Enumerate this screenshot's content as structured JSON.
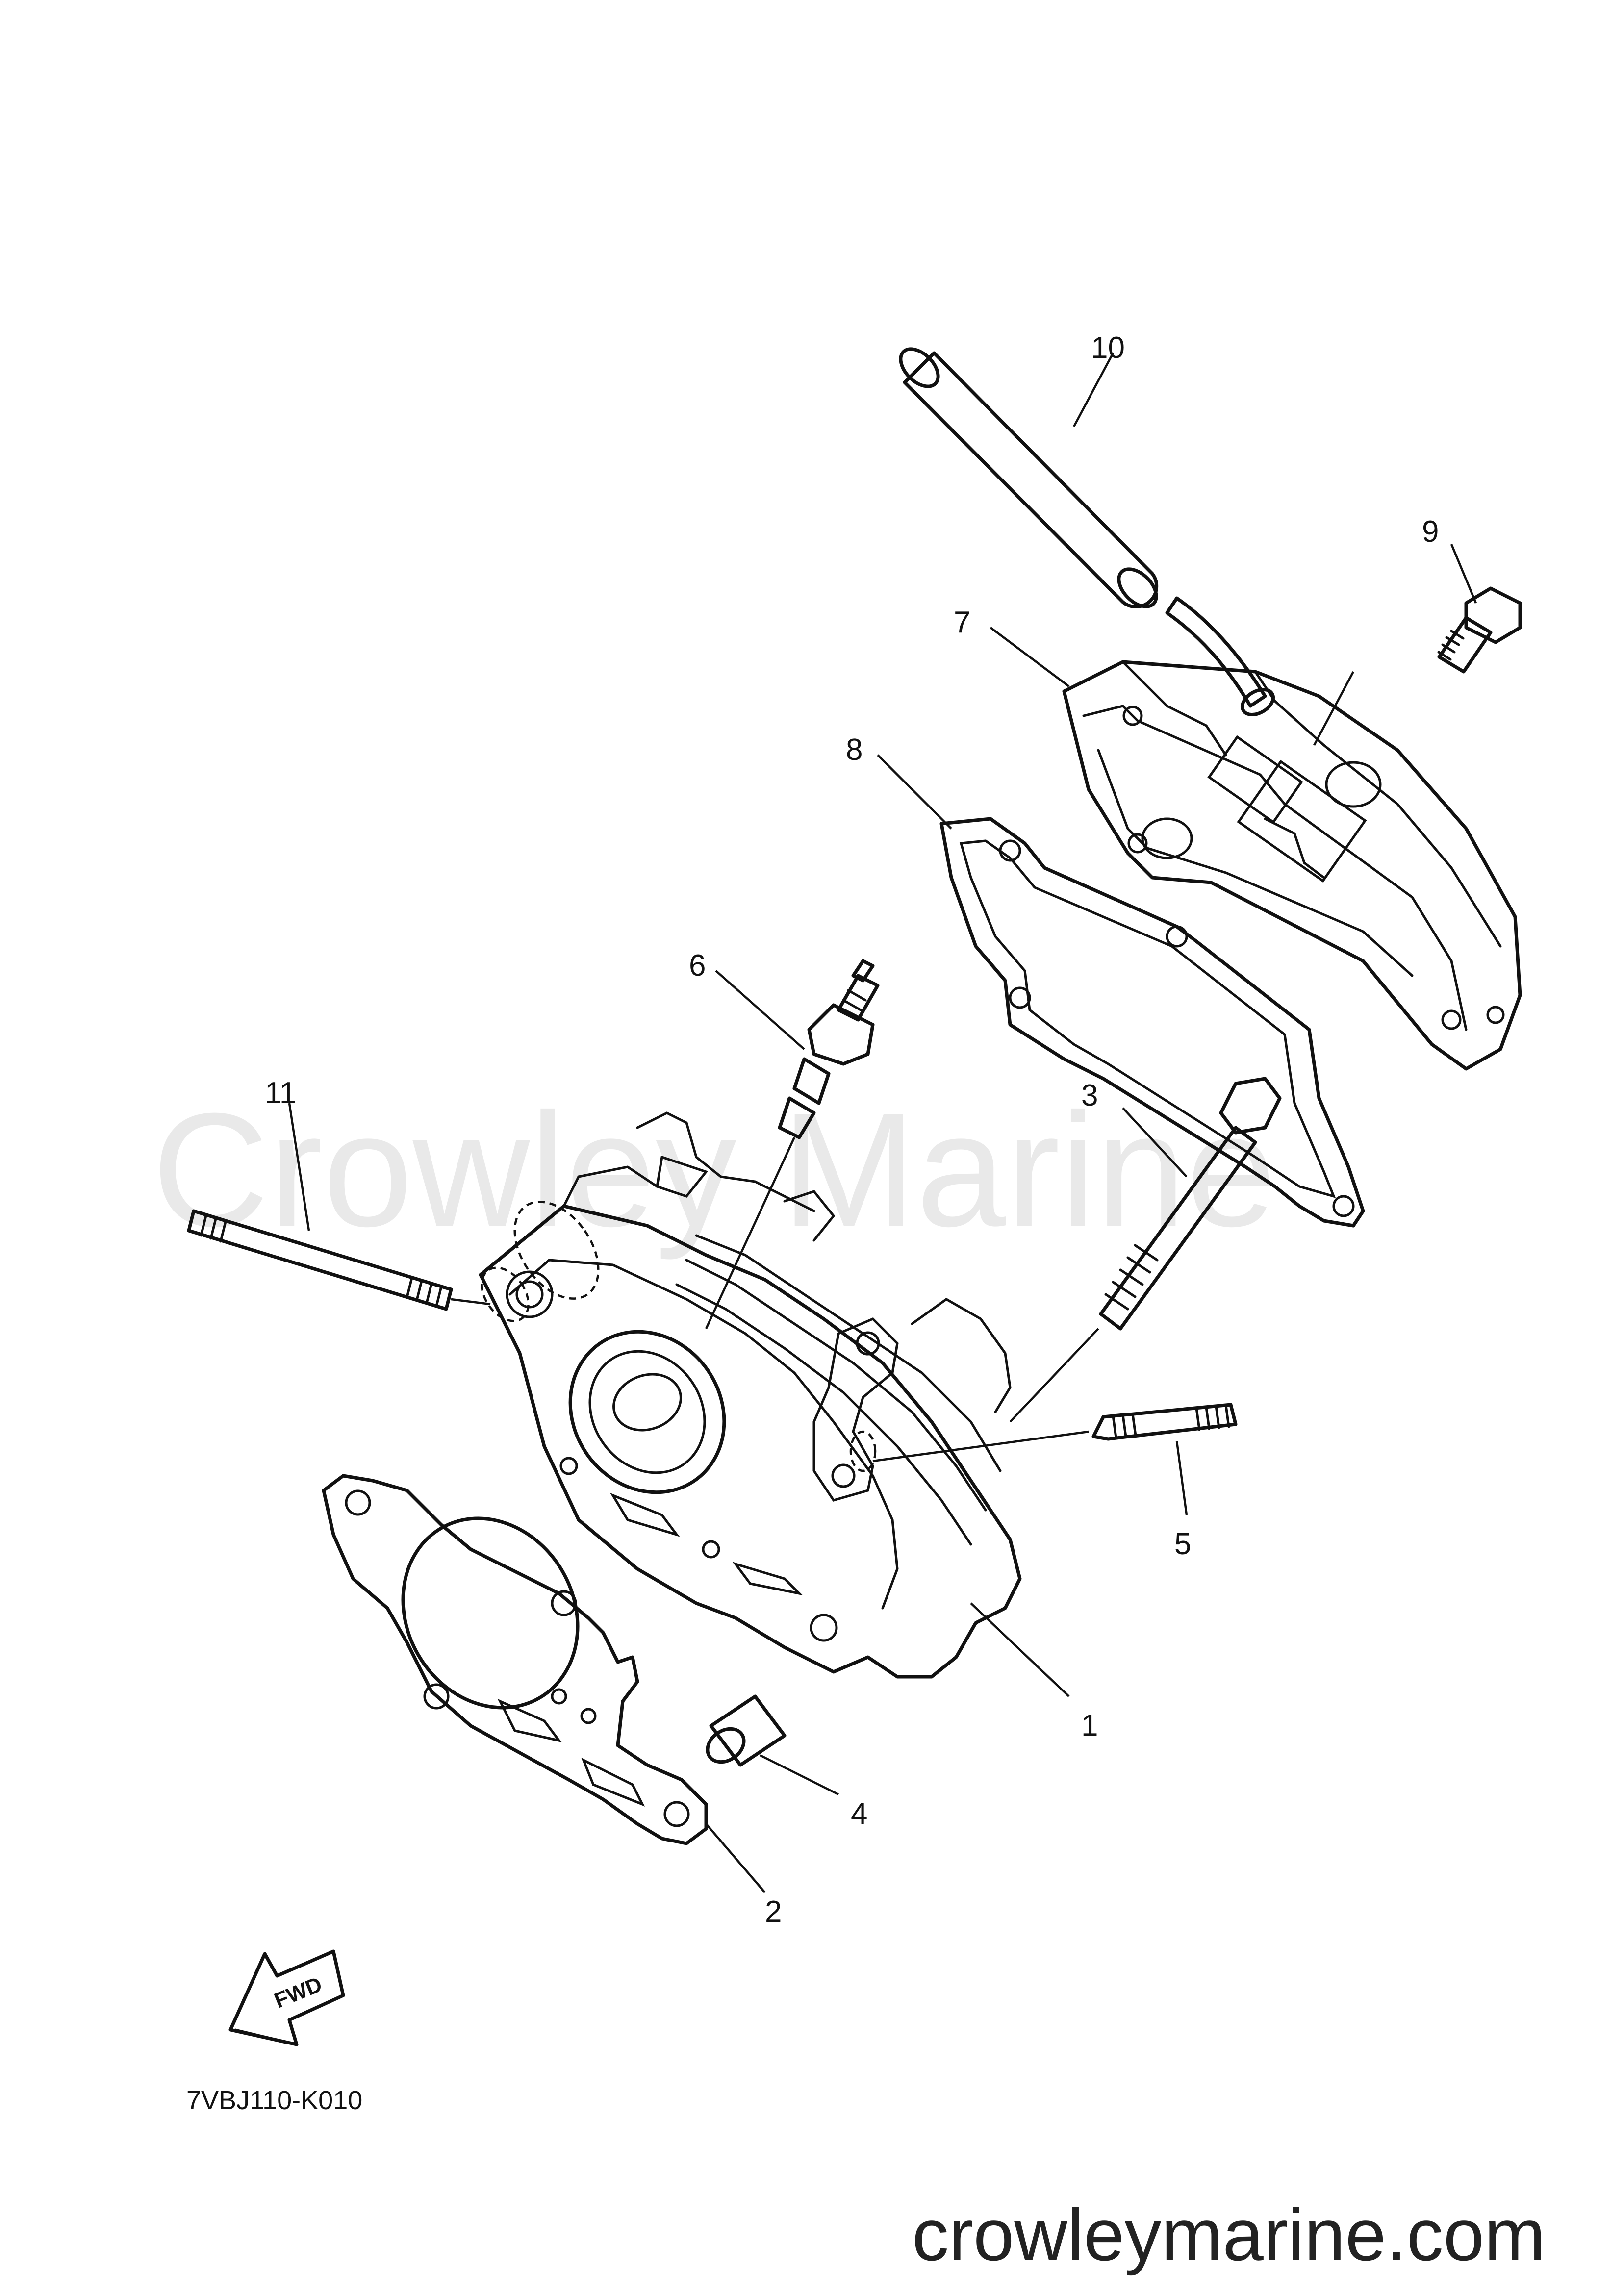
{
  "watermark": "Crowley Marine",
  "diagram_code": "7VBJ110-K010",
  "site_url": "crowleymarine.com",
  "fwd_label": "FWD",
  "callouts": {
    "c1": "1",
    "c2": "2",
    "c3": "3",
    "c4": "4",
    "c5": "5",
    "c6": "6",
    "c7": "7",
    "c8": "8",
    "c9": "9",
    "c10": "10",
    "c11": "11"
  },
  "colors": {
    "line": "#111111",
    "watermark": "#e9e9e9",
    "background": "#ffffff"
  }
}
